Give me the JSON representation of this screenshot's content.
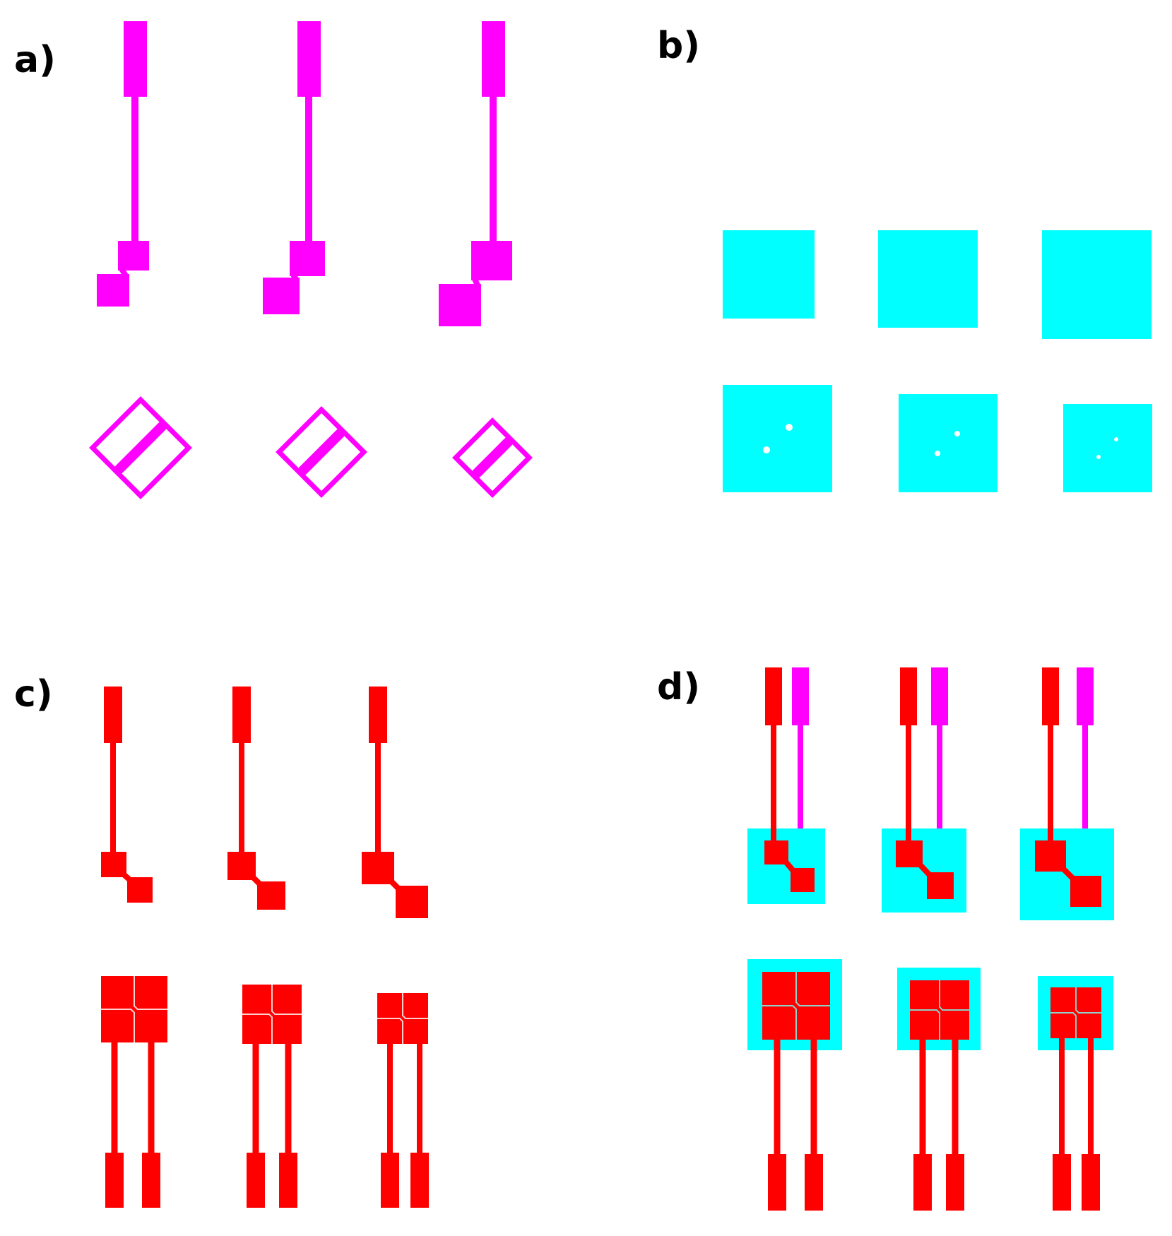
{
  "colors": {
    "magenta": "#ff00ff",
    "cyan": "#00ffff",
    "red": "#ff0000",
    "background": "#ffffff",
    "pore": "#ffffff",
    "gap": "#8fd0c8"
  },
  "panels": {
    "a": {
      "label": "a)"
    },
    "b": {
      "label": "b)"
    },
    "c": {
      "label": "c)"
    },
    "d": {
      "label": "d)"
    }
  }
}
